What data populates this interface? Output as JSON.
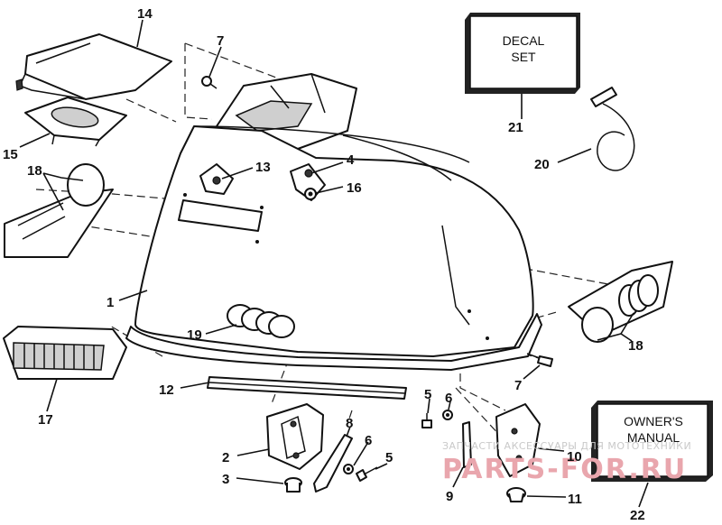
{
  "callouts": {
    "c1": "1",
    "c2": "2",
    "c3": "3",
    "c4": "4",
    "c5a": "5",
    "c5b": "5",
    "c6a": "6",
    "c6b": "6",
    "c7a": "7",
    "c7b": "7",
    "c8": "8",
    "c9": "9",
    "c10": "10",
    "c11": "11",
    "c12": "12",
    "c13": "13",
    "c14": "14",
    "c15": "15",
    "c16": "16",
    "c17": "17",
    "c18a": "18",
    "c18b": "18",
    "c19": "19",
    "c20": "20",
    "c21": "21",
    "c22": "22"
  },
  "decal_box": {
    "line1": "DECAL",
    "line2": "SET"
  },
  "manual_box": {
    "line1": "OWNER'S",
    "line2": "MANUAL"
  },
  "watermark": {
    "line1": "ЗАПЧАСТИ АКСЕССУАРЫ ДЛЯ МОТОТЕХНИКИ",
    "line2": "PARTS-FOR.RU"
  }
}
